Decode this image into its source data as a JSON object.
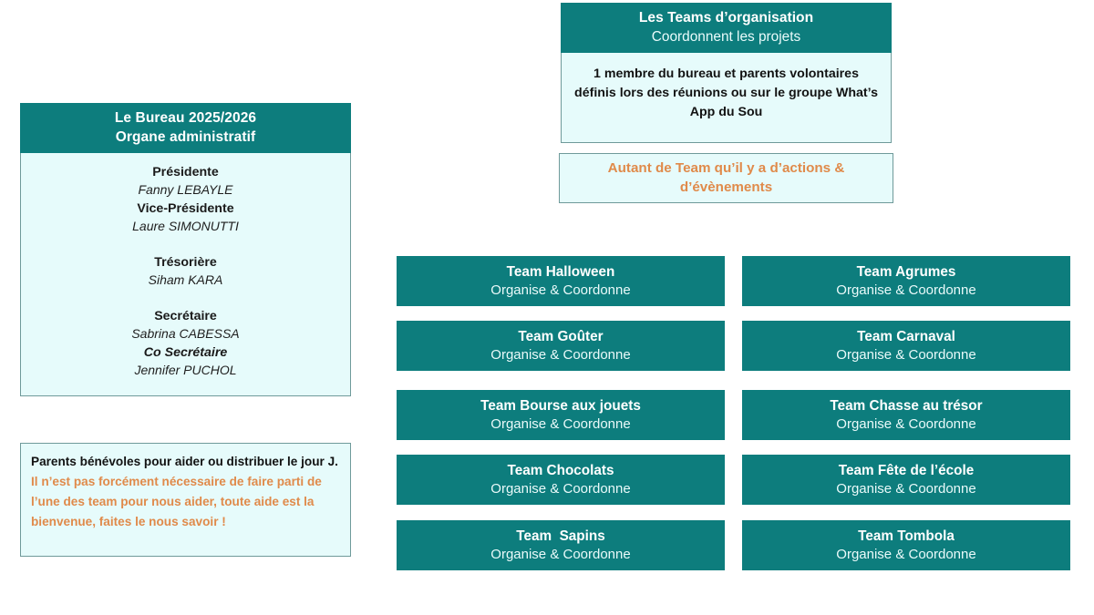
{
  "bureau": {
    "header": {
      "line1": "Le Bureau  2025/2026",
      "line2": "Organe administratif"
    },
    "members": [
      {
        "role": "Présidente",
        "name": "Fanny LEBAYLE",
        "gap_after": false,
        "role_italic": false
      },
      {
        "role": "Vice-Présidente",
        "name": "Laure SIMONUTTI",
        "gap_after": true,
        "role_italic": false
      },
      {
        "role": "Trésorière",
        "name": "Siham KARA",
        "gap_after": true,
        "role_italic": false
      },
      {
        "role": "Secrétaire",
        "name": "Sabrina CABESSA",
        "gap_after": false,
        "role_italic": false
      },
      {
        "role": "Co Secrétaire",
        "name": "Jennifer PUCHOL",
        "gap_after": false,
        "role_italic": true
      }
    ]
  },
  "note": {
    "dark_text": "Parents bénévoles pour aider ou distribuer le jour J.",
    "orange_text": "Il n’est pas forcément nécessaire de faire parti de l’une des team pour nous aider, toute aide est la bienvenue, faites le nous savoir !"
  },
  "teams_header": {
    "title": "Les Teams d’organisation",
    "subtitle": "Coordonnent  les projets",
    "body": "1 membre du bureau et parents volontaires définis lors des réunions ou sur le groupe What’s App du Sou"
  },
  "callout": {
    "text": "Autant de Team qu’il y a d’actions & d’évènements"
  },
  "teams": {
    "subtitle": "Organise & Coordonne",
    "left_column": [
      {
        "name": "Team Halloween"
      },
      {
        "name": "Team Goûter"
      },
      {
        "name": "Team Bourse aux jouets"
      },
      {
        "name": "Team Chocolats"
      },
      {
        "name": "Team  Sapins"
      }
    ],
    "right_column": [
      {
        "name": "Team Agrumes"
      },
      {
        "name": "Team Carnaval"
      },
      {
        "name": "Team Chasse au trésor"
      },
      {
        "name": "Team Fête de l’école"
      },
      {
        "name": "Team Tombola"
      }
    ]
  },
  "colors": {
    "teal": "#0d7d7d",
    "light_cyan": "#e6fbfb",
    "orange": "#e08a4a",
    "border": "#6f9a9a",
    "white": "#ffffff"
  }
}
